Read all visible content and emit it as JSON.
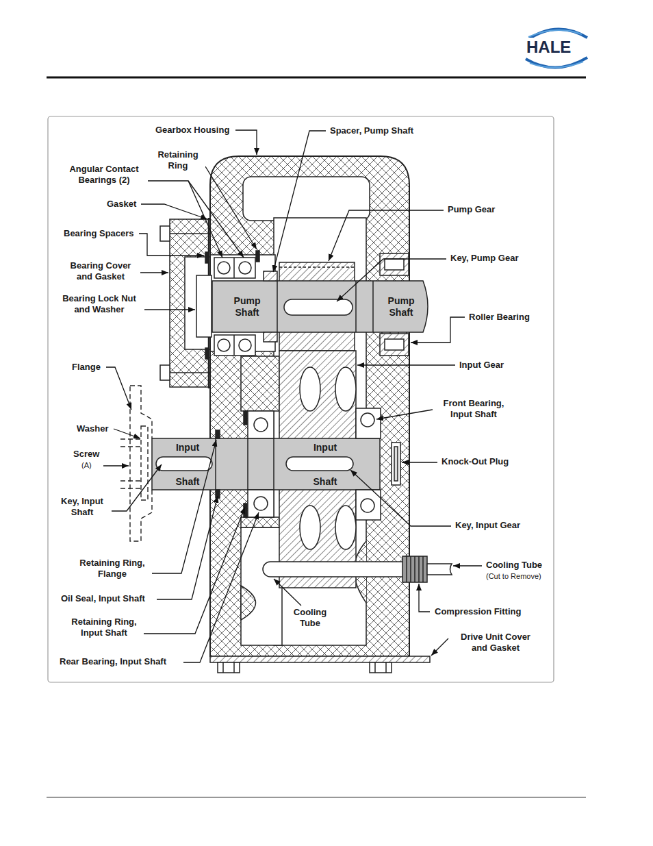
{
  "diagram": {
    "labels": [
      "HALE",
      "Gearbox Housing",
      "Spacer, Pump Shaft",
      "Retaining Ring",
      "Angular Contact Bearings (2)",
      "Gasket",
      "Bearing Spacers",
      "Bearing Cover and Gasket",
      "Bearing Lock Nut and Washer",
      "Pump Shaft",
      "Pump Gear",
      "Key, Pump Gear",
      "Pump Shaft",
      "Roller Bearing",
      "Input Gear",
      "Flange",
      "Front Bearing, Input Shaft",
      "Washer",
      "Screw",
      "(A)",
      "Input Shaft",
      "Input Shaft",
      "Knock-Out Plug",
      "Key, Input Shaft",
      "Key, Input Gear",
      "Retaining Ring, Flange",
      "Cooling Tube",
      "(Cut to Remove)",
      "Oil Seal, Input Shaft",
      "Compression Fitting",
      "Cooling Tube",
      "Retaining Ring, Input Shaft",
      "Drive Unit Cover and Gasket",
      "Rear Bearing, Input Shaft"
    ]
  }
}
